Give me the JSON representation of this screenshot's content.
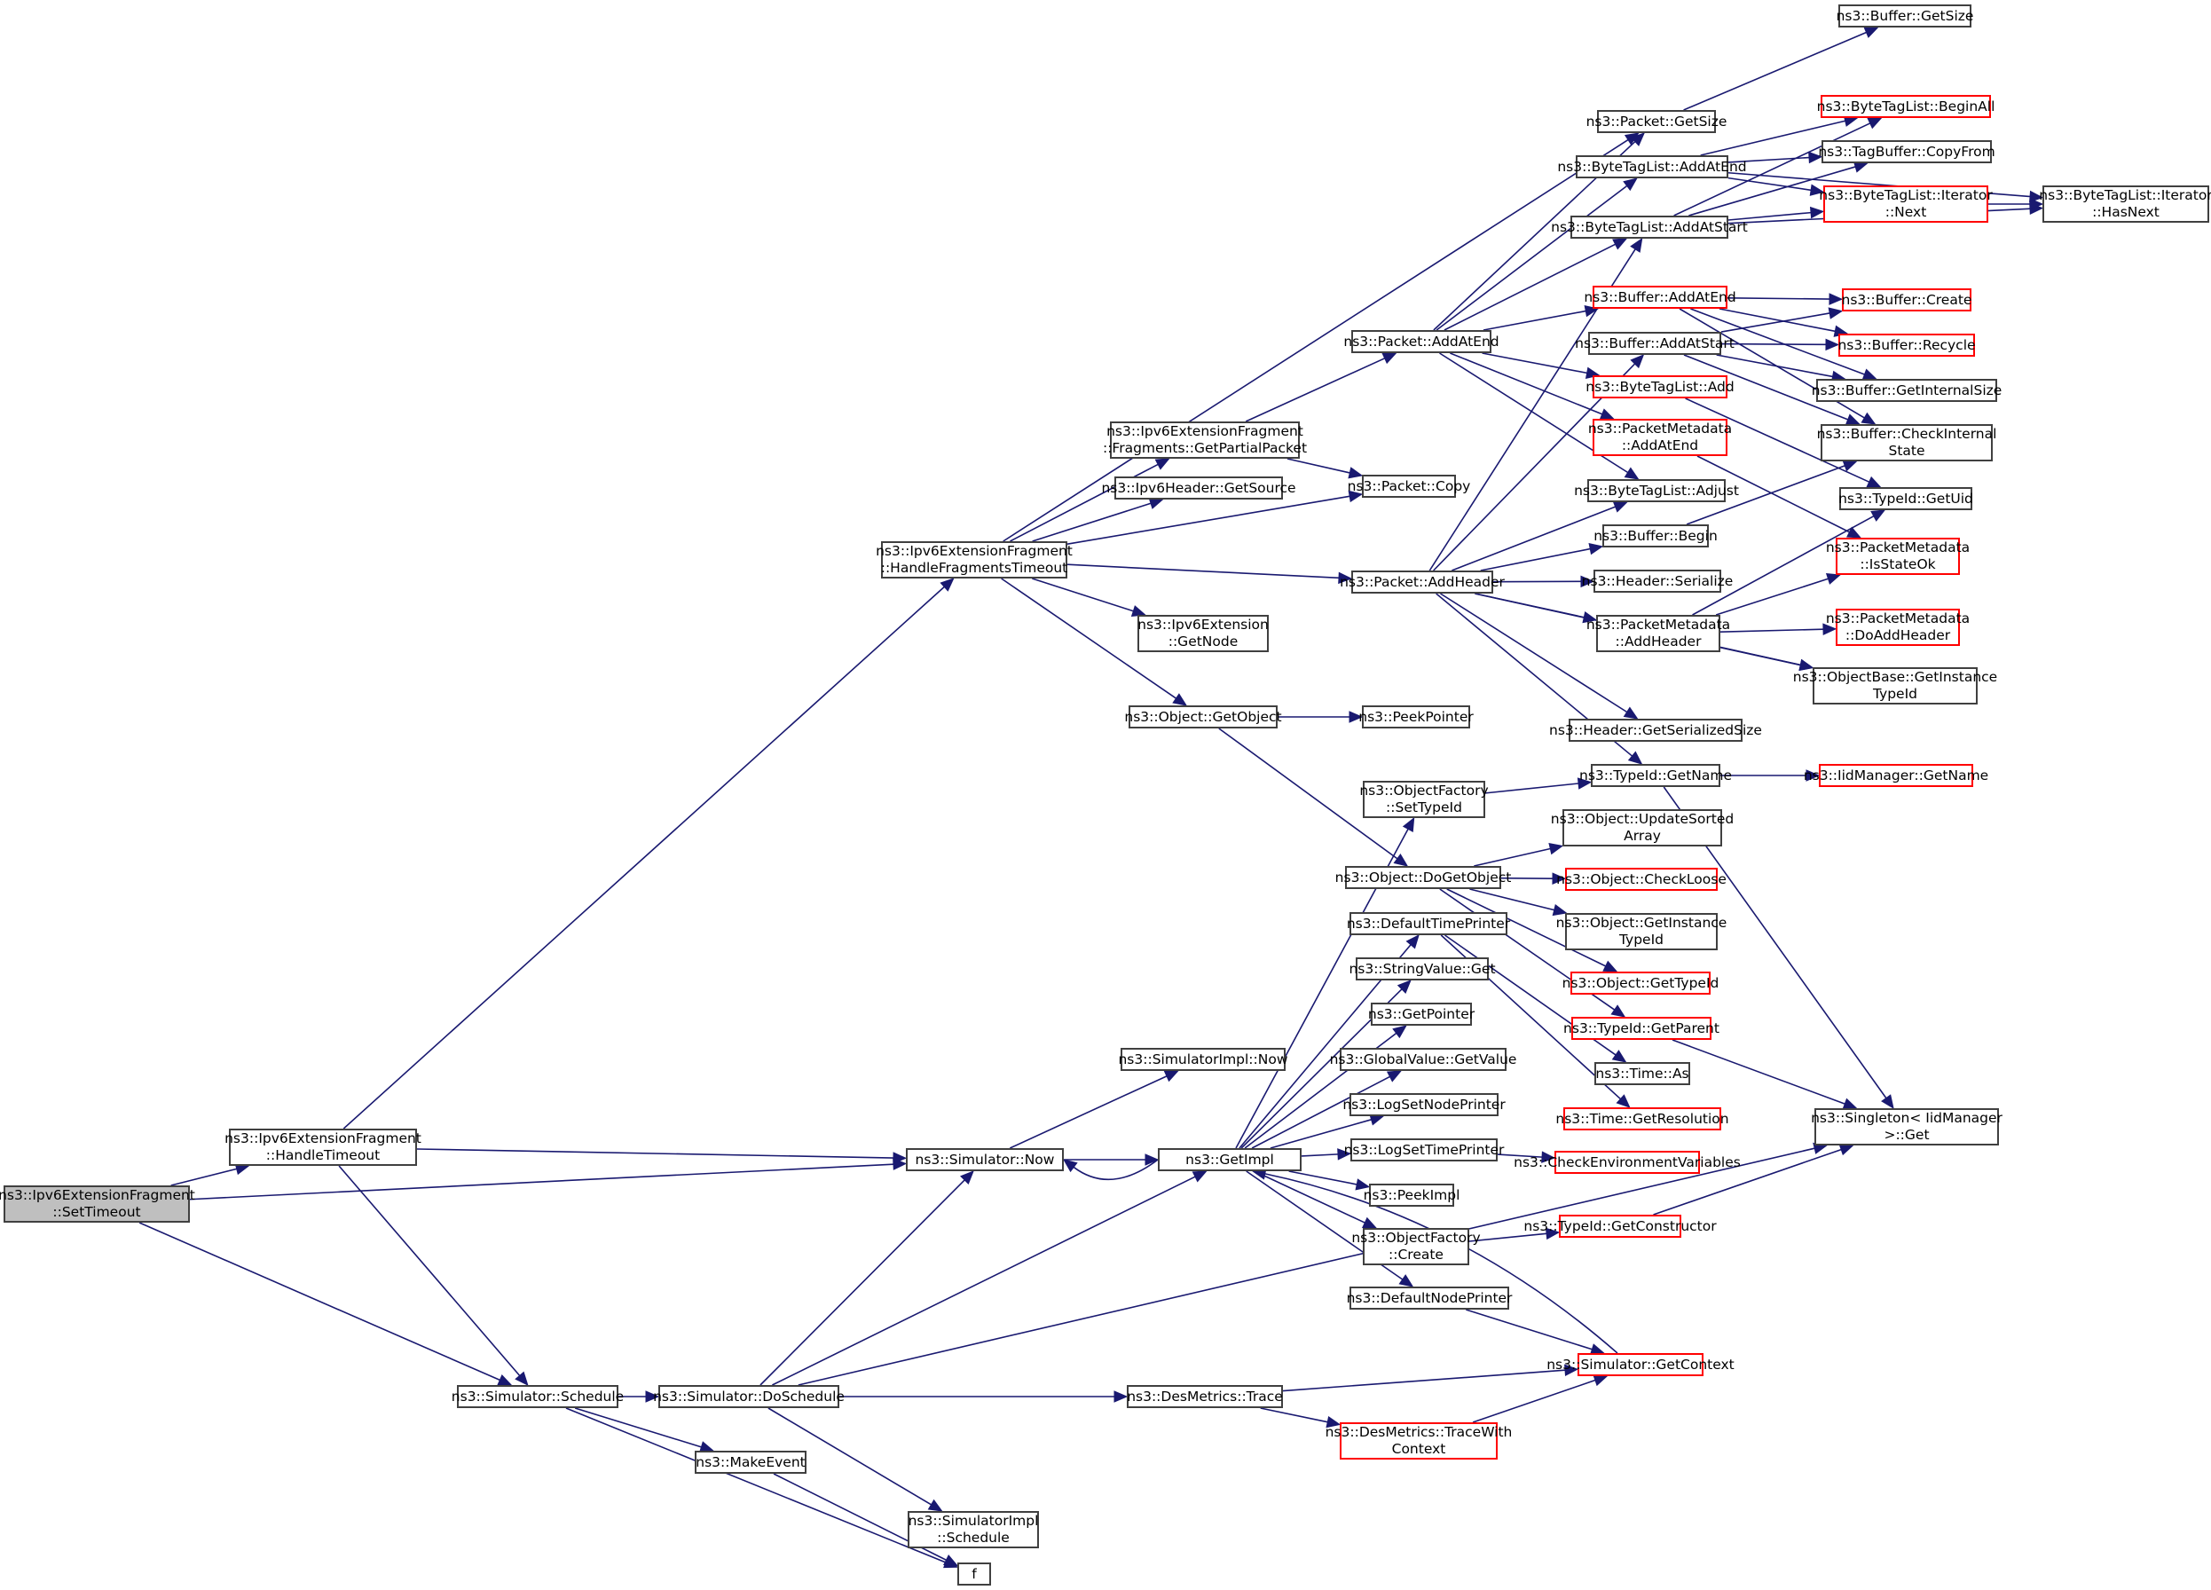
{
  "diagram": {
    "type": "call-graph",
    "edge_color": "#191970",
    "default_border_color": "#404040",
    "incomplete_border_color": "#ff0000",
    "root_fill": "#bfbfbf",
    "nodes": [
      {
        "id": "n0",
        "label": "ns3::Ipv6ExtensionFragment\n::SetTimeout",
        "style": "root"
      },
      {
        "id": "n1",
        "label": "ns3::Ipv6ExtensionFragment\n::HandleTimeout",
        "style": "normal"
      },
      {
        "id": "n2",
        "label": "ns3::Simulator::Now",
        "style": "normal"
      },
      {
        "id": "n3",
        "label": "ns3::Simulator::Schedule",
        "style": "normal"
      },
      {
        "id": "n4",
        "label": "ns3::Ipv6ExtensionFragment\n::HandleFragmentsTimeout",
        "style": "normal"
      },
      {
        "id": "n5",
        "label": "ns3::Simulator::DoSchedule",
        "style": "normal"
      },
      {
        "id": "n6",
        "label": "ns3::MakeEvent",
        "style": "normal"
      },
      {
        "id": "n7",
        "label": "f",
        "style": "normal"
      },
      {
        "id": "n8",
        "label": "ns3::SimulatorImpl\n::Schedule",
        "style": "normal"
      },
      {
        "id": "n9",
        "label": "ns3::SimulatorImpl::Now",
        "style": "normal"
      },
      {
        "id": "n10",
        "label": "ns3::GetImpl",
        "style": "normal"
      },
      {
        "id": "n11",
        "label": "ns3::DesMetrics::Trace",
        "style": "normal"
      },
      {
        "id": "n12",
        "label": "ns3::Ipv6ExtensionFragment\n::Fragments::GetPartialPacket",
        "style": "normal"
      },
      {
        "id": "n13",
        "label": "ns3::Ipv6Header::GetSource",
        "style": "normal"
      },
      {
        "id": "n14",
        "label": "ns3::Ipv6Extension\n::GetNode",
        "style": "normal"
      },
      {
        "id": "n15",
        "label": "ns3::Object::GetObject",
        "style": "normal"
      },
      {
        "id": "n16",
        "label": "ns3::Packet::AddAtEnd",
        "style": "normal"
      },
      {
        "id": "n17",
        "label": "ns3::Packet::Copy",
        "style": "normal"
      },
      {
        "id": "n18",
        "label": "ns3::Packet::AddHeader",
        "style": "normal"
      },
      {
        "id": "n19",
        "label": "ns3::PeekPointer",
        "style": "normal"
      },
      {
        "id": "n20",
        "label": "ns3::ObjectFactory\n::SetTypeId",
        "style": "normal"
      },
      {
        "id": "n21",
        "label": "ns3::Object::DoGetObject",
        "style": "normal"
      },
      {
        "id": "n22",
        "label": "ns3::DefaultTimePrinter",
        "style": "normal"
      },
      {
        "id": "n23",
        "label": "ns3::StringValue::Get",
        "style": "normal"
      },
      {
        "id": "n24",
        "label": "ns3::GetPointer",
        "style": "normal"
      },
      {
        "id": "n25",
        "label": "ns3::GlobalValue::GetValue",
        "style": "normal"
      },
      {
        "id": "n26",
        "label": "ns3::LogSetNodePrinter",
        "style": "normal"
      },
      {
        "id": "n27",
        "label": "ns3::LogSetTimePrinter",
        "style": "normal"
      },
      {
        "id": "n28",
        "label": "ns3::PeekImpl",
        "style": "normal"
      },
      {
        "id": "n29",
        "label": "ns3::ObjectFactory\n::Create",
        "style": "normal"
      },
      {
        "id": "n30",
        "label": "ns3::DefaultNodePrinter",
        "style": "normal"
      },
      {
        "id": "n31",
        "label": "ns3::DesMetrics::TraceWith\nContext",
        "style": "red"
      },
      {
        "id": "n32",
        "label": "ns3::Packet::GetSize",
        "style": "normal"
      },
      {
        "id": "n33",
        "label": "ns3::ByteTagList::AddAtEnd",
        "style": "normal"
      },
      {
        "id": "n34",
        "label": "ns3::ByteTagList::AddAtStart",
        "style": "normal"
      },
      {
        "id": "n35",
        "label": "ns3::Buffer::AddAtEnd",
        "style": "red"
      },
      {
        "id": "n36",
        "label": "ns3::Buffer::AddAtStart",
        "style": "normal"
      },
      {
        "id": "n37",
        "label": "ns3::ByteTagList::Add",
        "style": "red"
      },
      {
        "id": "n38",
        "label": "ns3::PacketMetadata\n::AddAtEnd",
        "style": "red"
      },
      {
        "id": "n39",
        "label": "ns3::ByteTagList::Adjust",
        "style": "normal"
      },
      {
        "id": "n40",
        "label": "ns3::Buffer::Begin",
        "style": "normal"
      },
      {
        "id": "n41",
        "label": "ns3::Header::Serialize",
        "style": "normal"
      },
      {
        "id": "n42",
        "label": "ns3::PacketMetadata\n::AddHeader",
        "style": "normal"
      },
      {
        "id": "n43",
        "label": "ns3::Header::GetSerializedSize",
        "style": "normal"
      },
      {
        "id": "n44",
        "label": "ns3::TypeId::GetName",
        "style": "normal"
      },
      {
        "id": "n45",
        "label": "ns3::Object::UpdateSorted\nArray",
        "style": "normal"
      },
      {
        "id": "n46",
        "label": "ns3::Object::CheckLoose",
        "style": "red"
      },
      {
        "id": "n47",
        "label": "ns3::Object::GetInstance\nTypeId",
        "style": "normal"
      },
      {
        "id": "n48",
        "label": "ns3::Object::GetTypeId",
        "style": "red"
      },
      {
        "id": "n49",
        "label": "ns3::TypeId::GetParent",
        "style": "red"
      },
      {
        "id": "n50",
        "label": "ns3::Time::As",
        "style": "normal"
      },
      {
        "id": "n51",
        "label": "ns3::Time::GetResolution",
        "style": "red"
      },
      {
        "id": "n52",
        "label": "ns3::CheckEnvironmentVariables",
        "style": "red"
      },
      {
        "id": "n53",
        "label": "ns3::TypeId::GetConstructor",
        "style": "red"
      },
      {
        "id": "n54",
        "label": "ns3::Simulator::GetContext",
        "style": "red"
      },
      {
        "id": "n55",
        "label": "ns3::Buffer::GetSize",
        "style": "normal"
      },
      {
        "id": "n56",
        "label": "ns3::ByteTagList::BeginAll",
        "style": "red"
      },
      {
        "id": "n57",
        "label": "ns3::TagBuffer::CopyFrom",
        "style": "normal"
      },
      {
        "id": "n58",
        "label": "ns3::ByteTagList::Iterator\n::Next",
        "style": "red"
      },
      {
        "id": "n59",
        "label": "ns3::ByteTagList::Iterator\n::HasNext",
        "style": "normal"
      },
      {
        "id": "n60",
        "label": "ns3::Buffer::Create",
        "style": "red"
      },
      {
        "id": "n61",
        "label": "ns3::Buffer::Recycle",
        "style": "red"
      },
      {
        "id": "n62",
        "label": "ns3::Buffer::GetInternalSize",
        "style": "normal"
      },
      {
        "id": "n63",
        "label": "ns3::Buffer::CheckInternal\nState",
        "style": "normal"
      },
      {
        "id": "n64",
        "label": "ns3::TypeId::GetUid",
        "style": "normal"
      },
      {
        "id": "n65",
        "label": "ns3::PacketMetadata\n::IsStateOk",
        "style": "red"
      },
      {
        "id": "n66",
        "label": "ns3::PacketMetadata\n::DoAddHeader",
        "style": "red"
      },
      {
        "id": "n67",
        "label": "ns3::ObjectBase::GetInstance\nTypeId",
        "style": "normal"
      },
      {
        "id": "n68",
        "label": "ns3::IidManager::GetName",
        "style": "red"
      },
      {
        "id": "n69",
        "label": "ns3::Singleton< IidManager\n>::Get",
        "style": "normal"
      }
    ],
    "edges": [
      [
        "n0",
        "n1"
      ],
      [
        "n0",
        "n2"
      ],
      [
        "n0",
        "n3"
      ],
      [
        "n1",
        "n4"
      ],
      [
        "n1",
        "n2"
      ],
      [
        "n1",
        "n3"
      ],
      [
        "n3",
        "n5"
      ],
      [
        "n3",
        "n6"
      ],
      [
        "n3",
        "n7"
      ],
      [
        "n6",
        "n7"
      ],
      [
        "n5",
        "n2"
      ],
      [
        "n5",
        "n10"
      ],
      [
        "n5",
        "n11"
      ],
      [
        "n5",
        "n8"
      ],
      [
        "n5",
        "n69"
      ],
      [
        "n2",
        "n9"
      ],
      [
        "n2",
        "n10"
      ],
      [
        "n10",
        "n2"
      ],
      [
        "n10",
        "n20"
      ],
      [
        "n10",
        "n22"
      ],
      [
        "n10",
        "n23"
      ],
      [
        "n10",
        "n24"
      ],
      [
        "n10",
        "n25"
      ],
      [
        "n10",
        "n26"
      ],
      [
        "n10",
        "n27"
      ],
      [
        "n10",
        "n28"
      ],
      [
        "n10",
        "n29"
      ],
      [
        "n10",
        "n30"
      ],
      [
        "n11",
        "n54"
      ],
      [
        "n11",
        "n31"
      ],
      [
        "n31",
        "n54"
      ],
      [
        "n54",
        "n10"
      ],
      [
        "n30",
        "n54"
      ],
      [
        "n4",
        "n32"
      ],
      [
        "n4",
        "n12"
      ],
      [
        "n4",
        "n13"
      ],
      [
        "n4",
        "n17"
      ],
      [
        "n4",
        "n18"
      ],
      [
        "n4",
        "n14"
      ],
      [
        "n4",
        "n15"
      ],
      [
        "n12",
        "n16"
      ],
      [
        "n12",
        "n17"
      ],
      [
        "n15",
        "n19"
      ],
      [
        "n15",
        "n21"
      ],
      [
        "n16",
        "n32"
      ],
      [
        "n16",
        "n33"
      ],
      [
        "n16",
        "n34"
      ],
      [
        "n16",
        "n35"
      ],
      [
        "n16",
        "n37"
      ],
      [
        "n16",
        "n38"
      ],
      [
        "n16",
        "n39"
      ],
      [
        "n18",
        "n34"
      ],
      [
        "n18",
        "n36"
      ],
      [
        "n18",
        "n39"
      ],
      [
        "n18",
        "n40"
      ],
      [
        "n18",
        "n41"
      ],
      [
        "n18",
        "n42"
      ],
      [
        "n18",
        "n43"
      ],
      [
        "n18",
        "n44"
      ],
      [
        "n18",
        "n67"
      ],
      [
        "n32",
        "n55"
      ],
      [
        "n33",
        "n56"
      ],
      [
        "n33",
        "n57"
      ],
      [
        "n33",
        "n58"
      ],
      [
        "n33",
        "n59"
      ],
      [
        "n34",
        "n56"
      ],
      [
        "n34",
        "n57"
      ],
      [
        "n34",
        "n58"
      ],
      [
        "n34",
        "n59"
      ],
      [
        "n58",
        "n59"
      ],
      [
        "n35",
        "n60"
      ],
      [
        "n35",
        "n61"
      ],
      [
        "n35",
        "n62"
      ],
      [
        "n35",
        "n63"
      ],
      [
        "n36",
        "n60"
      ],
      [
        "n36",
        "n61"
      ],
      [
        "n36",
        "n62"
      ],
      [
        "n36",
        "n63"
      ],
      [
        "n37",
        "n64"
      ],
      [
        "n38",
        "n65"
      ],
      [
        "n40",
        "n63"
      ],
      [
        "n42",
        "n64"
      ],
      [
        "n42",
        "n65"
      ],
      [
        "n42",
        "n66"
      ],
      [
        "n42",
        "n67"
      ],
      [
        "n20",
        "n44"
      ],
      [
        "n44",
        "n68"
      ],
      [
        "n44",
        "n69"
      ],
      [
        "n21",
        "n45"
      ],
      [
        "n21",
        "n46"
      ],
      [
        "n21",
        "n47"
      ],
      [
        "n21",
        "n48"
      ],
      [
        "n21",
        "n49"
      ],
      [
        "n22",
        "n50"
      ],
      [
        "n22",
        "n51"
      ],
      [
        "n27",
        "n52"
      ],
      [
        "n29",
        "n53"
      ],
      [
        "n53",
        "n69"
      ],
      [
        "n49",
        "n69"
      ]
    ]
  }
}
